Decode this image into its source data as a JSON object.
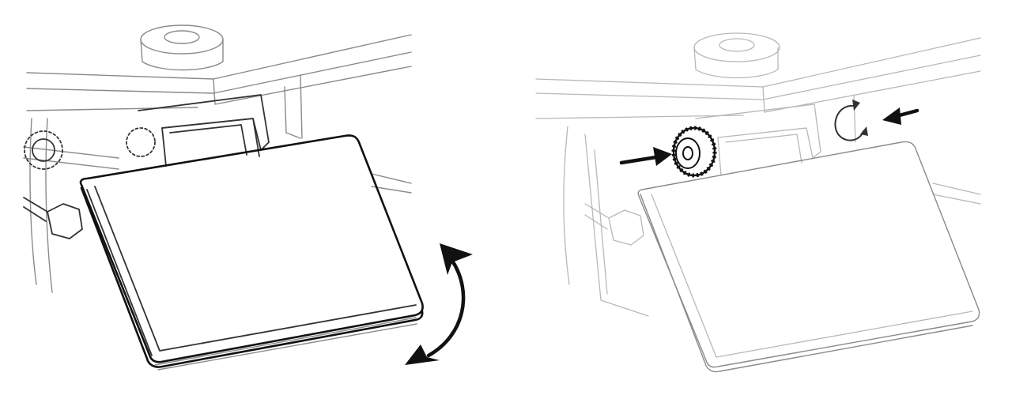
{
  "figure": {
    "panels": [
      {
        "step": "adjust-tilt",
        "arrow": "double-curved-arrow"
      },
      {
        "step": "tighten-knob",
        "arrows": [
          "pointer-arrow",
          "pointer-arrow"
        ],
        "icon": "rotate-clockwise-icon"
      }
    ]
  },
  "colors": {
    "outline_dark": "#111111",
    "outline_light": "#8a8a8a",
    "background": "#ffffff"
  }
}
